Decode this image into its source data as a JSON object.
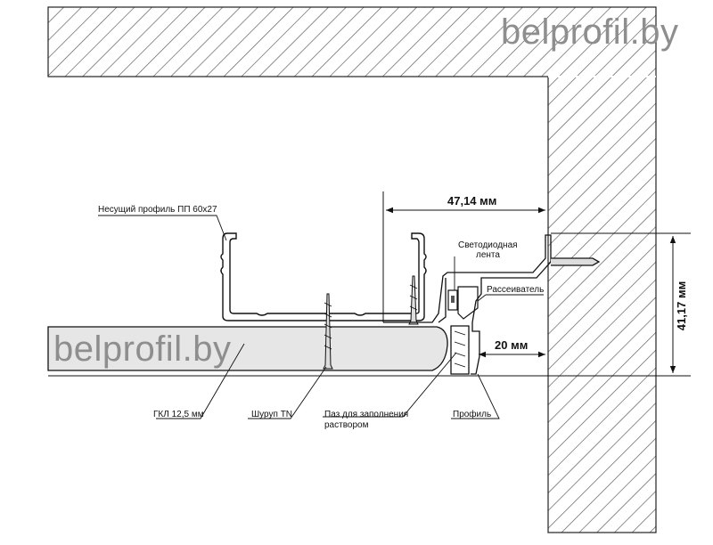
{
  "watermark": {
    "top_right": "belprofil.by",
    "left": "belprofil.by"
  },
  "labels": {
    "carrier_profile": "Несущий профиль ПП 60x27",
    "led_strip_line1": "Светодиодная",
    "led_strip_line2": "лента",
    "diffuser": "Рассеиватель",
    "gkl": "ГКЛ 12,5 мм",
    "screw": "Шуруп TN",
    "groove_line1": "Паз для заполнения",
    "groove_line2": "раствором",
    "profile": "Профиль"
  },
  "dimensions": {
    "horizontal_top": "47,14 мм",
    "horizontal_bottom": "20 мм",
    "vertical": "41,17 мм"
  }
}
